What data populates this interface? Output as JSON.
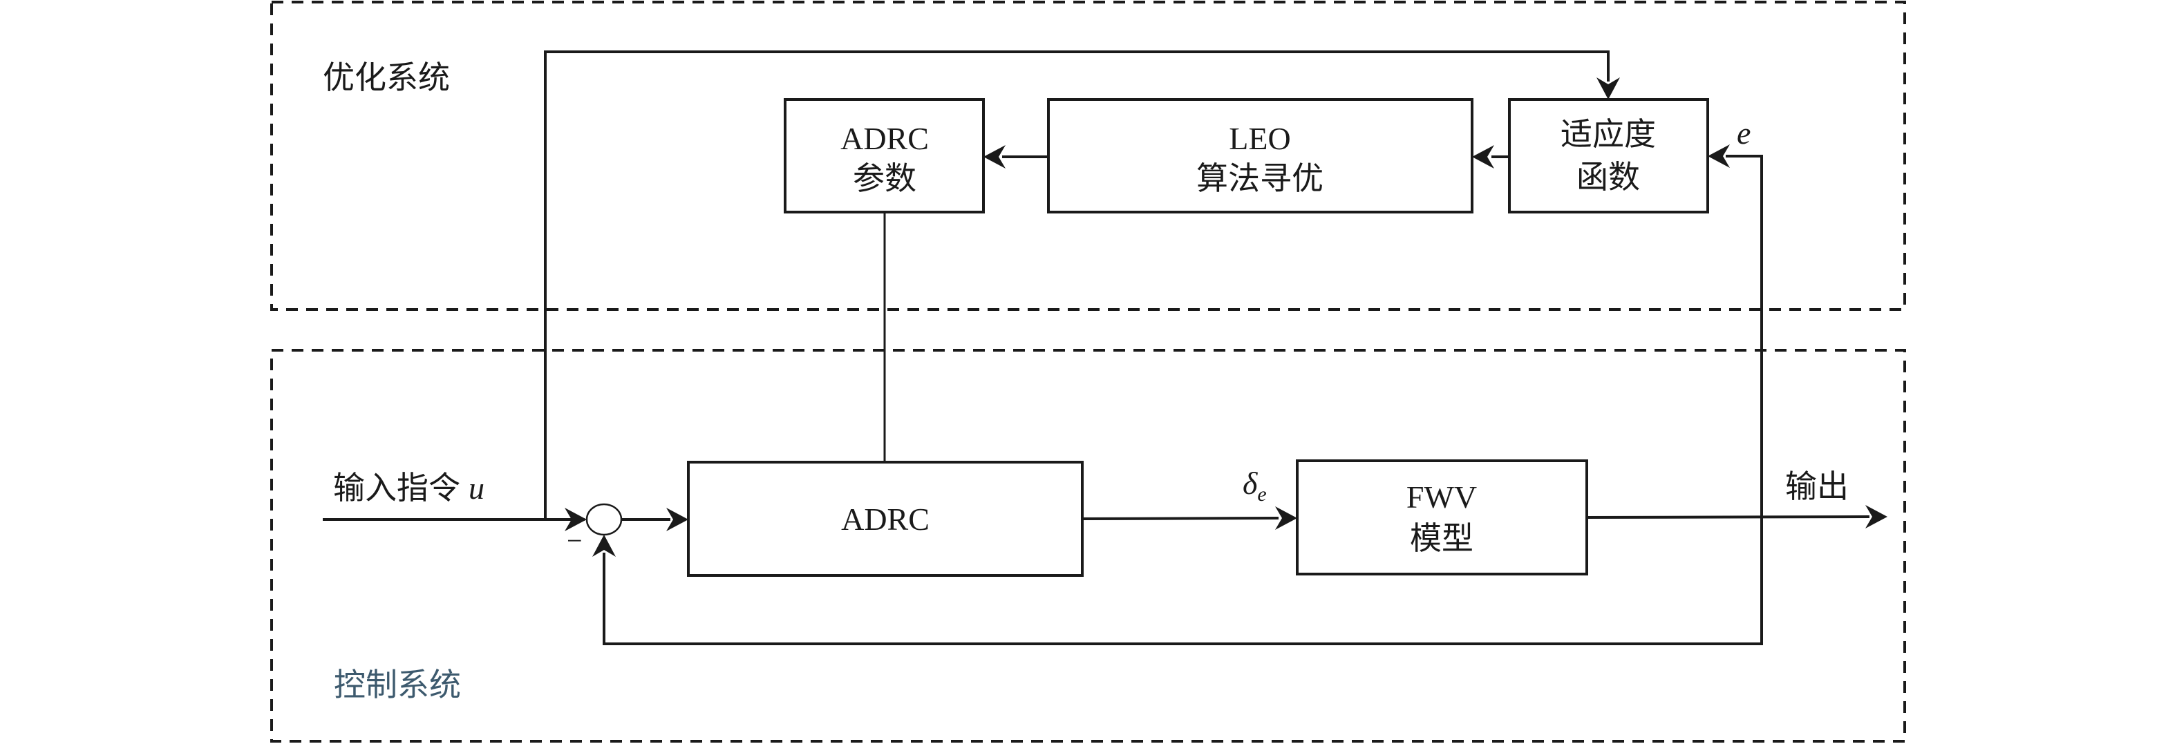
{
  "groups": {
    "optimization": {
      "label": "优化系统",
      "color": "#222222"
    },
    "control": {
      "label": "控制系统",
      "color": "#3d5a6e"
    }
  },
  "blocks": {
    "adrc_params": {
      "line1": "ADRC",
      "line2": "参数"
    },
    "leo": {
      "line1": "LEO",
      "line2": "算法寻优"
    },
    "fitness": {
      "line1": "适应度",
      "line2": "函数"
    },
    "adrc": {
      "line1": "ADRC"
    },
    "fwv": {
      "line1": "FWV",
      "line2": "模型"
    }
  },
  "signals": {
    "input_label": "输入指令",
    "input_symbol": "u",
    "control_symbol": "δ",
    "control_subscript": "e",
    "error_symbol": "e",
    "output_label": "输出",
    "minus_sign": "−"
  }
}
